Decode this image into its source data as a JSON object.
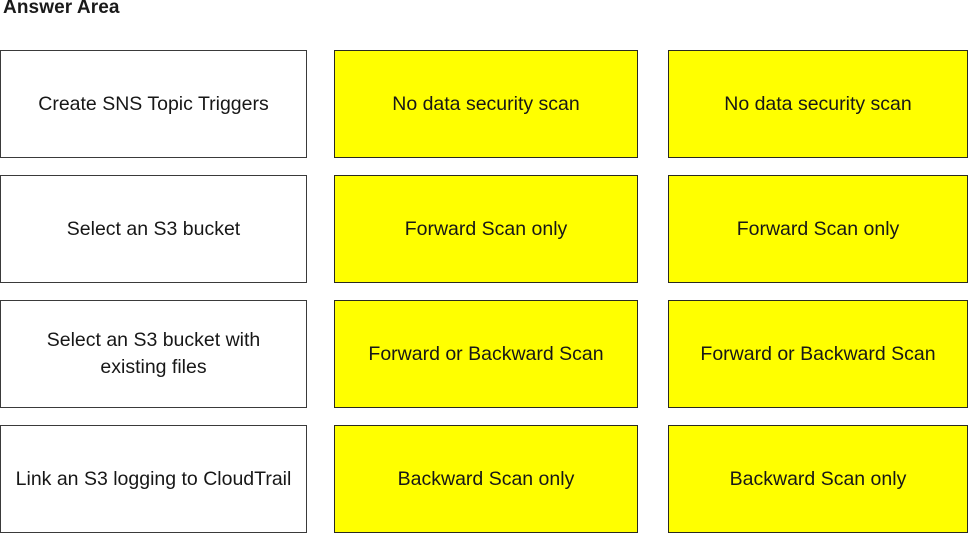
{
  "page": {
    "title": "Answer Area",
    "background_color": "#ffffff",
    "option_fill_color": "#ffff00",
    "prompt_fill_color": "#ffffff",
    "border_color": "#2b2b2b",
    "text_color": "#171717"
  },
  "rows": [
    {
      "prompt": "Create SNS Topic Triggers",
      "option_a": "No data security scan",
      "option_b": "No data security scan"
    },
    {
      "prompt": "Select an S3 bucket",
      "option_a": "Forward Scan only",
      "option_b": "Forward Scan only"
    },
    {
      "prompt": "Select an S3 bucket with existing files",
      "option_a": "Forward or Backward Scan",
      "option_b": "Forward or Backward Scan"
    },
    {
      "prompt": "Link an S3 logging to CloudTrail",
      "option_a": "Backward Scan only",
      "option_b": "Backward Scan only"
    }
  ]
}
